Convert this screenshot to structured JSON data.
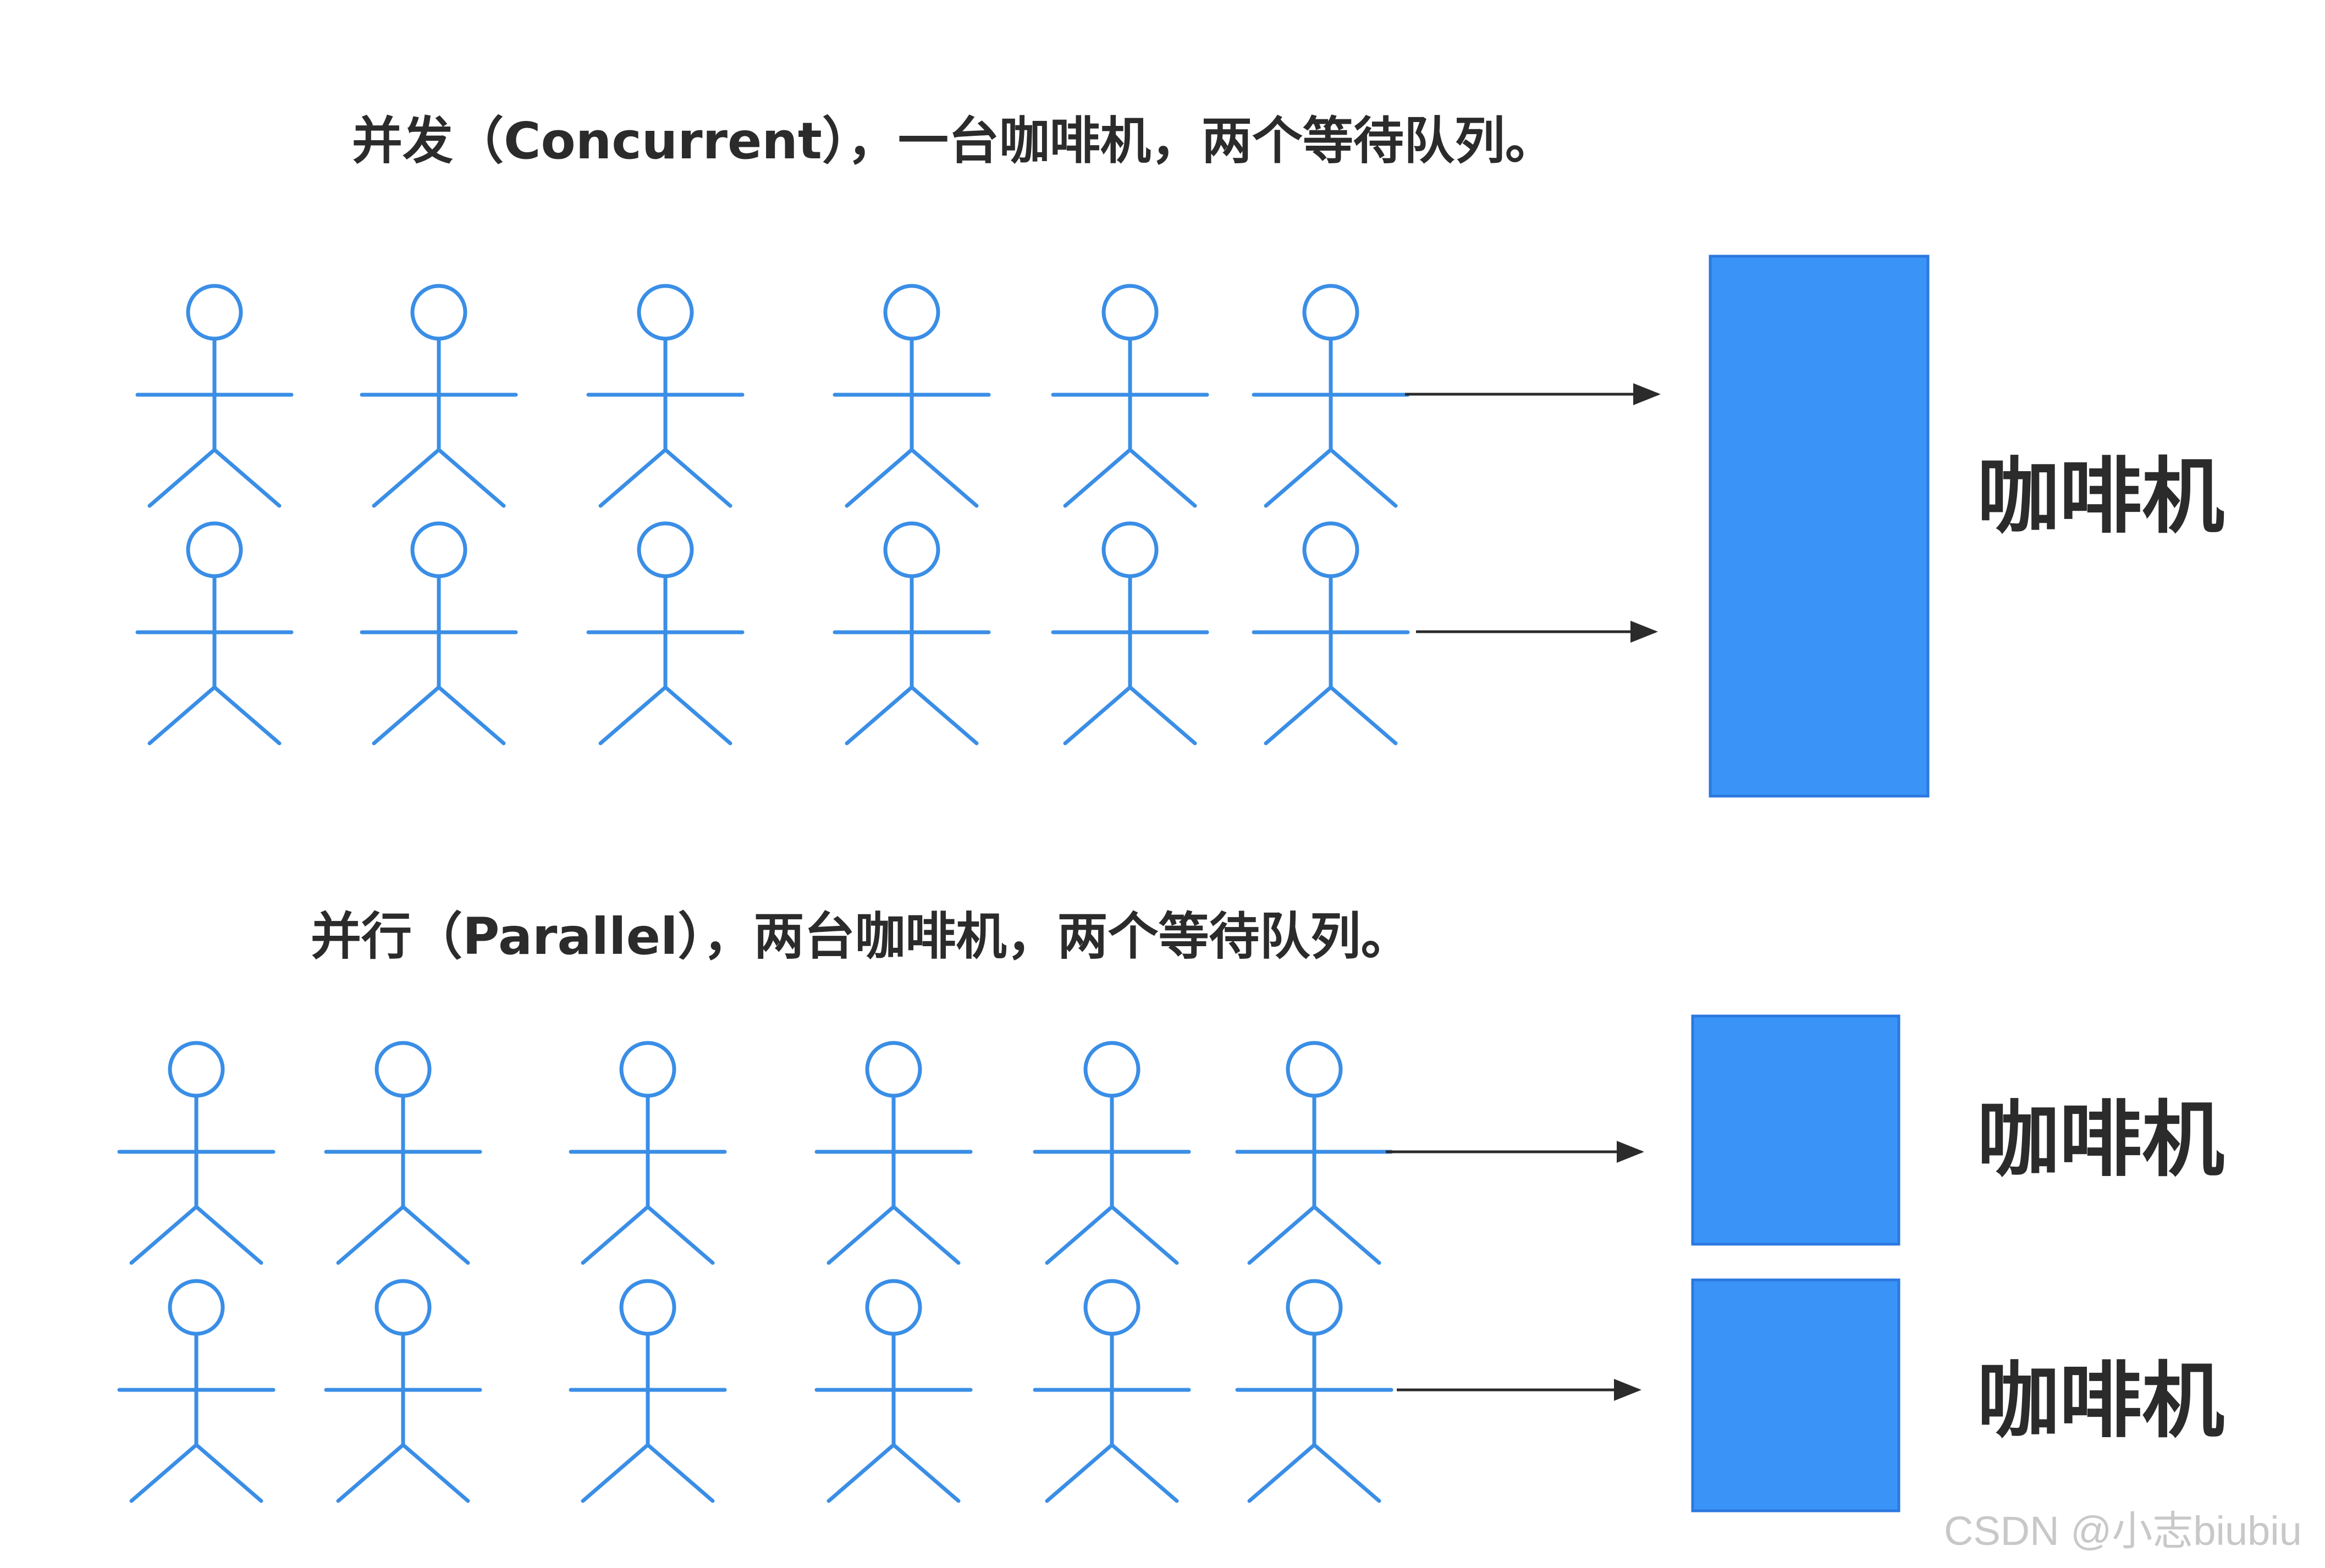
{
  "concurrent": {
    "title": "并发（Concurrent），一台咖啡机，两个等待队列。",
    "machine_label": "咖啡机"
  },
  "parallel": {
    "title": "并行（Parallel），两台咖啡机，两个等待队列。",
    "machine_label_1": "咖啡机",
    "machine_label_2": "咖啡机"
  },
  "watermark": "CSDN @小志biubiu",
  "icons": {
    "person": "stick-figure-person-icon",
    "arrow": "right-arrow-icon",
    "machine": "coffee-machine-block"
  },
  "colors": {
    "person": "#3a8ee6",
    "machine": "#3a94f8",
    "machine_border": "#2c78e0",
    "arrow": "#2b2b2b",
    "text": "#2b2b2b",
    "watermark": "#c8c8c8"
  }
}
